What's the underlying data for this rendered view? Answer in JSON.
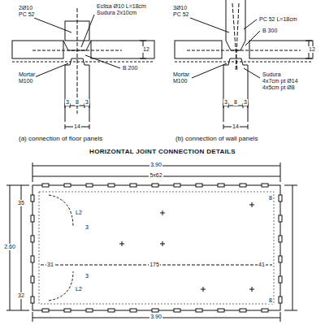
{
  "diagram": {
    "title": "HORIZONTAL JOINT CONNECTION DETAILS",
    "labels": [
      "2Ø10",
      "PC 52",
      "Eclisa Ø10 L=18cm",
      "Sudura 2x10cm",
      "B 200",
      "Mortar",
      "M100",
      "3",
      "8",
      "3",
      "12",
      "14",
      "(a) connection of floor panels",
      "3Ø10",
      "PC 52",
      "PC 52 L=18cm",
      "B 300",
      "Mortar",
      "M100",
      "3",
      "8",
      "3",
      "Sudura",
      "4x7cm pt Ø14",
      "4x5cm pt Ø8",
      "12",
      "14",
      "(b) connection of wall panels",
      "3.90",
      "5x62",
      "3.90",
      "2.60",
      "L2",
      "L2",
      "3",
      "3",
      "31",
      "175",
      "41",
      "8",
      "8",
      "35",
      "32"
    ]
  }
}
